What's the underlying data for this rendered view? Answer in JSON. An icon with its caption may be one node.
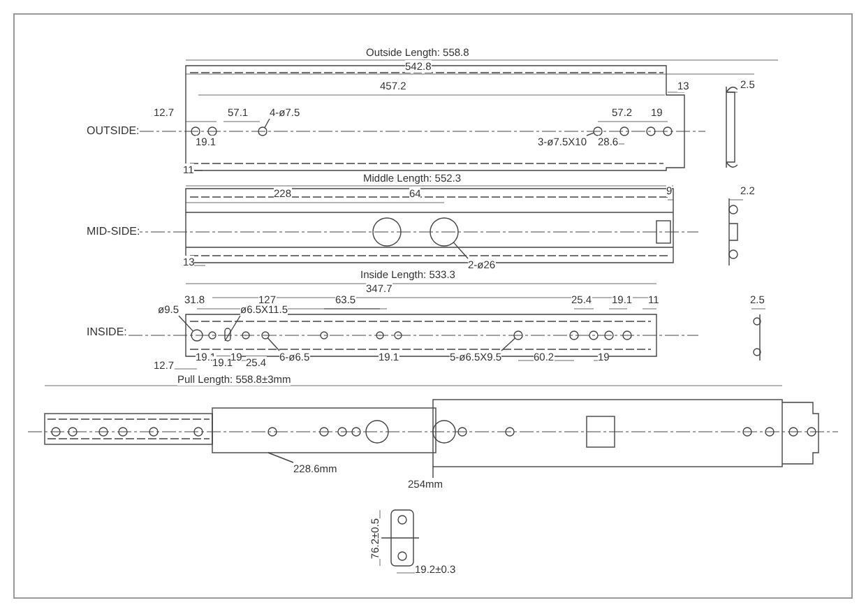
{
  "diagram": {
    "nodes": [
      {
        "text": [
          "4-ø7.5"
        ]
      },
      {
        "text": [
          "3-ø7.5X10"
        ]
      },
      {
        "text": [
          "2-ø26"
        ]
      },
      {
        "text": [
          "ø9.5"
        ]
      },
      {
        "text": [
          "ø6.5X11.5"
        ]
      },
      {
        "text": [
          "6-ø6.5"
        ]
      },
      {
        "text": [
          "5-ø6.5X9.5"
        ]
      },
      {
        "text": [
          "228.6mm"
        ]
      },
      {
        "text": [
          "254mm"
        ]
      },
      {
        "text": [],
        "shape": "circle"
      },
      {
        "text": [],
        "shape": "circle"
      },
      {
        "text": [],
        "shape": "circle"
      },
      {
        "text": [],
        "shape": "circle"
      },
      {
        "text": [],
        "shape": "slot"
      },
      {
        "text": [],
        "shape": "circle"
      },
      {
        "text": [],
        "shape": "circle"
      },
      {
        "text": [],
        "shape": "bar"
      },
      {
        "text": [],
        "shape": "bar"
      }
    ],
    "edges": [
      {
        "from": 0,
        "to": 9,
        "arrow": "none"
      },
      {
        "from": 1,
        "to": 10,
        "arrow": "none"
      },
      {
        "from": 2,
        "to": 11,
        "arrow": "none"
      },
      {
        "from": 3,
        "to": 12,
        "arrow": "none"
      },
      {
        "from": 4,
        "to": 13,
        "arrow": "none"
      },
      {
        "from": 5,
        "to": 14,
        "arrow": "none"
      },
      {
        "from": 6,
        "to": 15,
        "arrow": "none"
      },
      {
        "from": 7,
        "to": 16,
        "arrow": "none"
      },
      {
        "from": 8,
        "to": 17,
        "arrow": "none"
      }
    ],
    "labels": [
      "Outside Length: 558.8",
      "542.8",
      "457.2",
      "13",
      "2.5",
      "12.7",
      "57.1",
      "57.2",
      "19",
      "OUTSIDE:",
      "19.1",
      "28.6",
      "11",
      "Middle Length: 552.3",
      "228",
      "64",
      "9",
      "2.2",
      "MID-SIDE:",
      "13",
      "Inside Length: 533.3",
      "347.7",
      "31.8",
      "127",
      "63.5",
      "25.4",
      "19.1",
      "11",
      "2.5",
      "INSIDE:",
      "19.1",
      "19.1",
      "19",
      "25.4",
      "19.1",
      "60.2",
      "19",
      "12.7",
      "Pull Length: 558.8±3mm",
      "76.2±0.5",
      "19.2±0.3"
    ]
  }
}
